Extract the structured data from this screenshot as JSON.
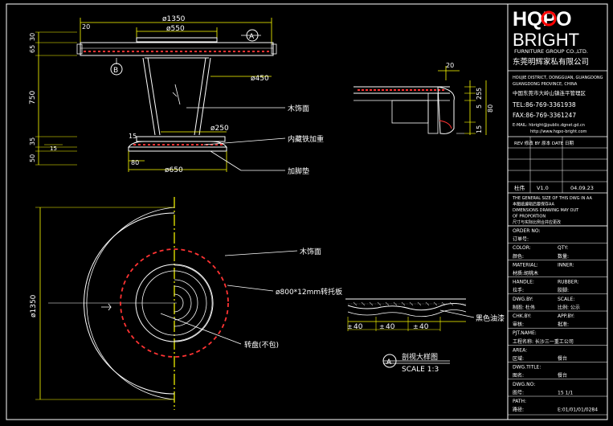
{
  "brand": {
    "logo_top": "HQPO",
    "logo_bottom": "BRIGHT",
    "company_en": "FURNITURE GROUP CO.,LTD.",
    "company_cn": "东莞明辉家私有限公司"
  },
  "address": {
    "line1": "HOUJIE DISTRICT, DONGGUAN, GUANGDONG",
    "line2": "GUANGDONG PROVINCE, CHINA",
    "line3": "中国东莞市大岭山镇连平管理区",
    "tel": "TEL:86-769-3361938",
    "fax": "FAX:86-769-3361247",
    "email": "E-MAIL: hbright@public.dgnet.gd.cn",
    "web": "http://www.hqpo-bright.com"
  },
  "revision": {
    "header": "REV 修改  BY 原本  DATE 日期",
    "row": [
      "杜伟",
      "V1.0",
      "04.09.23"
    ]
  },
  "notes": [
    "THE GENERAL SIZE OF THIS DWG IN AA",
    "本图纸编辑后要保存AA",
    "DIMENSIONS DRAWING MAY OUT",
    "OF PROPORTION",
    "尺寸与实际比例合并应更改"
  ],
  "titleblock": [
    {
      "label": "ORDER NO:",
      "value": ""
    },
    {
      "label": "订单号:",
      "value": ""
    },
    {
      "label": "COLOR:",
      "value": "QTY:"
    },
    {
      "label": "颜色:",
      "value": "数量:"
    },
    {
      "label": "MATERIAL:",
      "value": "INNER:"
    },
    {
      "label": "材质:胡桃木",
      "value": ""
    },
    {
      "label": "HANDLE:",
      "value": "RUBBER:"
    },
    {
      "label": "拉手:",
      "value": "胶脚:"
    },
    {
      "label": "DWG.BY:",
      "value": "SCALE:"
    },
    {
      "label": "制图: 杜伟",
      "value": "比例: 公示"
    },
    {
      "label": "CHK.BY:",
      "value": "APP.BY:"
    },
    {
      "label": "审核:",
      "value": "批准:"
    },
    {
      "label": "PJT.NAME:",
      "value": ""
    },
    {
      "label": "工程名称: 长沙三一重工公司",
      "value": ""
    },
    {
      "label": "AREA:",
      "value": ""
    },
    {
      "label": "区域:",
      "value": "餐台"
    },
    {
      "label": "DWG.TITLE:",
      "value": ""
    },
    {
      "label": "图名:",
      "value": "餐台"
    },
    {
      "label": "DWG.NO:",
      "value": ""
    },
    {
      "label": "图号:",
      "value": "15     1/1"
    },
    {
      "label": "PATH:",
      "value": ""
    },
    {
      "label": "路径:",
      "value": "E:01/01/01/0284"
    }
  ],
  "elevation": {
    "dims_top": [
      "ø1350",
      "ø550",
      "20"
    ],
    "dims_left": [
      "30",
      "65",
      "750",
      "35",
      "50",
      "15"
    ],
    "dim_450": "ø450",
    "dim_250": "ø250",
    "dim_650": "ø650",
    "dim_80": "80",
    "dim_15": "15",
    "section_a": "A",
    "section_b": "B",
    "label_wood": "木饰面",
    "label_iron": "内藏铁加重",
    "label_pad": "加脚垫"
  },
  "plan": {
    "dim_left": "ø1350",
    "label_wood": "木饰面",
    "label_glass": "ø800*12mm转托板",
    "label_turntable": "转盘(不包)"
  },
  "detail_b": {
    "dims": [
      "20",
      "5",
      "25",
      "80",
      "5",
      "15"
    ]
  },
  "detail_a": {
    "dims": [
      "40",
      "40",
      "40"
    ],
    "label": "黑色油漆",
    "title_letter": "A",
    "title": "剖视大样图",
    "scale": "SCALE 1:3"
  }
}
